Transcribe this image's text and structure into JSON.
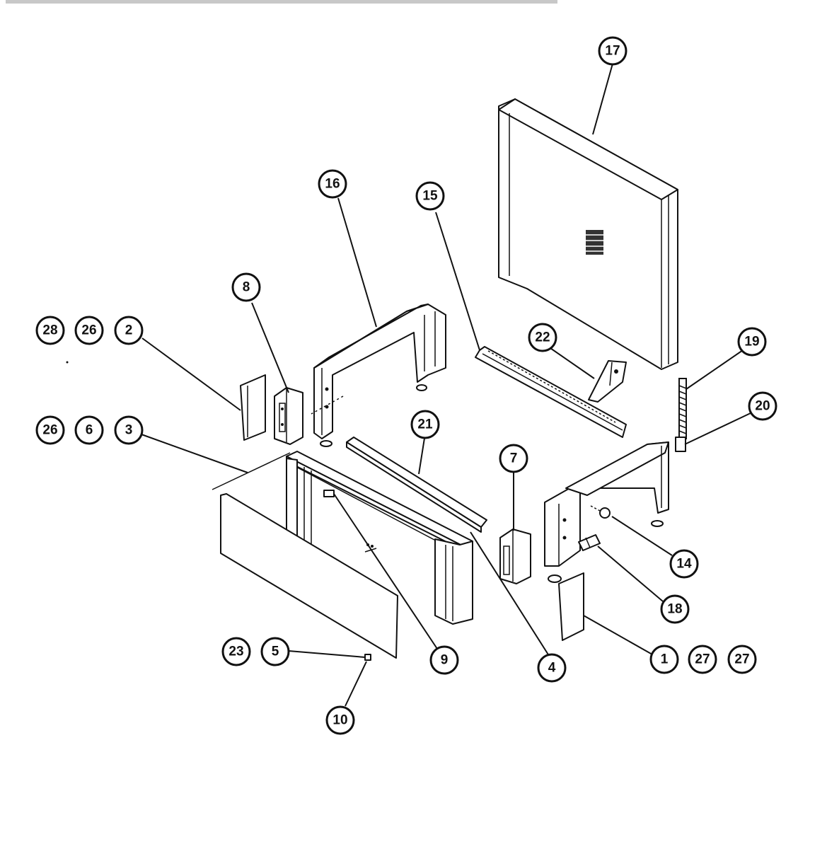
{
  "header_text": "",
  "callouts": {
    "c1": "1",
    "c2": "2",
    "c3": "3",
    "c4": "4",
    "c5": "5",
    "c6": "6",
    "c7": "7",
    "c8": "8",
    "c9": "9",
    "c10": "10",
    "c14": "14",
    "c15": "15",
    "c16": "16",
    "c17": "17",
    "c18": "18",
    "c19": "19",
    "c20": "20",
    "c21": "21",
    "c22": "22",
    "c23": "23",
    "c26a": "26",
    "c26b": "26",
    "c27a": "27",
    "c27b": "27",
    "c28": "28"
  }
}
